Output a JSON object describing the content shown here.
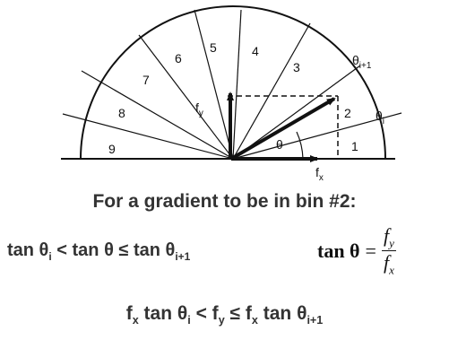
{
  "diagram": {
    "bins": [
      "1",
      "2",
      "3",
      "4",
      "5",
      "6",
      "7",
      "8",
      "9"
    ],
    "theta_i": "θ",
    "theta_i_sub": "i",
    "theta_i1": "θ",
    "theta_i1_sub": "i+1",
    "theta": "θ",
    "fx": "f",
    "fx_sub": "x",
    "fy": "f",
    "fy_sub": "y"
  },
  "heading": "For a gradient to be in bin #2:",
  "condition": {
    "part1": "tan θ",
    "sub1": "i",
    "part2": " < tan θ ≤ tan θ",
    "sub2": "i+1"
  },
  "formula": {
    "lhs": "tan θ",
    "eq": "=",
    "num": "f",
    "num_sub": "y",
    "den": "f",
    "den_sub": "x"
  },
  "final": {
    "p1": "f",
    "s1": "x",
    "p2": " tan θ",
    "s2": "i",
    "p3": " < f",
    "s3": "y",
    "p4": " ≤ f",
    "s4": "x",
    "p5": " tan θ",
    "s5": "i+1"
  }
}
